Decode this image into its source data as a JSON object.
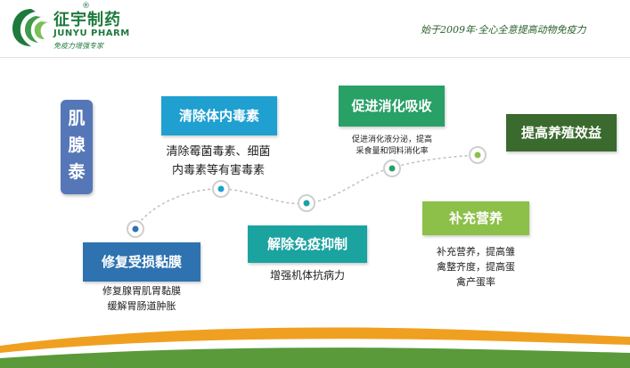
{
  "header": {
    "logo_cn": "征宇制药",
    "logo_reg": "®",
    "logo_en": "JUNYU PHARM",
    "logo_sub": "免疫力增强专家",
    "slogan": "始于2009年·全心全意提高动物免疫力"
  },
  "product": {
    "chars": [
      "肌",
      "腺",
      "泰"
    ]
  },
  "steps": [
    {
      "title": "修复受损黏膜",
      "lines": [
        "修复腺胃肌胃黏膜",
        "缓解胃肠道肿胀"
      ],
      "dot_color": "#2e73b0"
    },
    {
      "title": "清除体内毒素",
      "lines": [
        "清除霉菌毒素、细菌",
        "内毒素等有害毒素"
      ],
      "dot_color": "#20a0d0"
    },
    {
      "title": "解除免疫抑制",
      "lines": [
        "增强机体抗病力"
      ],
      "dot_color": "#1ba3a0"
    },
    {
      "title": "促进消化吸收",
      "lines": [
        "促进消化液分泌，提高",
        "采食量和饲料消化率"
      ],
      "dot_color": "#29a065"
    },
    {
      "title": "补充营养",
      "lines": [
        "补充营养，提高雏",
        "禽整齐度，提高蛋",
        "禽产蛋率"
      ],
      "dot_color": "#8cc049"
    },
    {
      "title": "提高养殖效益",
      "lines": [],
      "dot_color": "#8cc049"
    }
  ],
  "colors": {
    "brand_green": "#1e7a3c",
    "footer_orange": "#f0a020",
    "footer_green": "#5a9a3a"
  }
}
